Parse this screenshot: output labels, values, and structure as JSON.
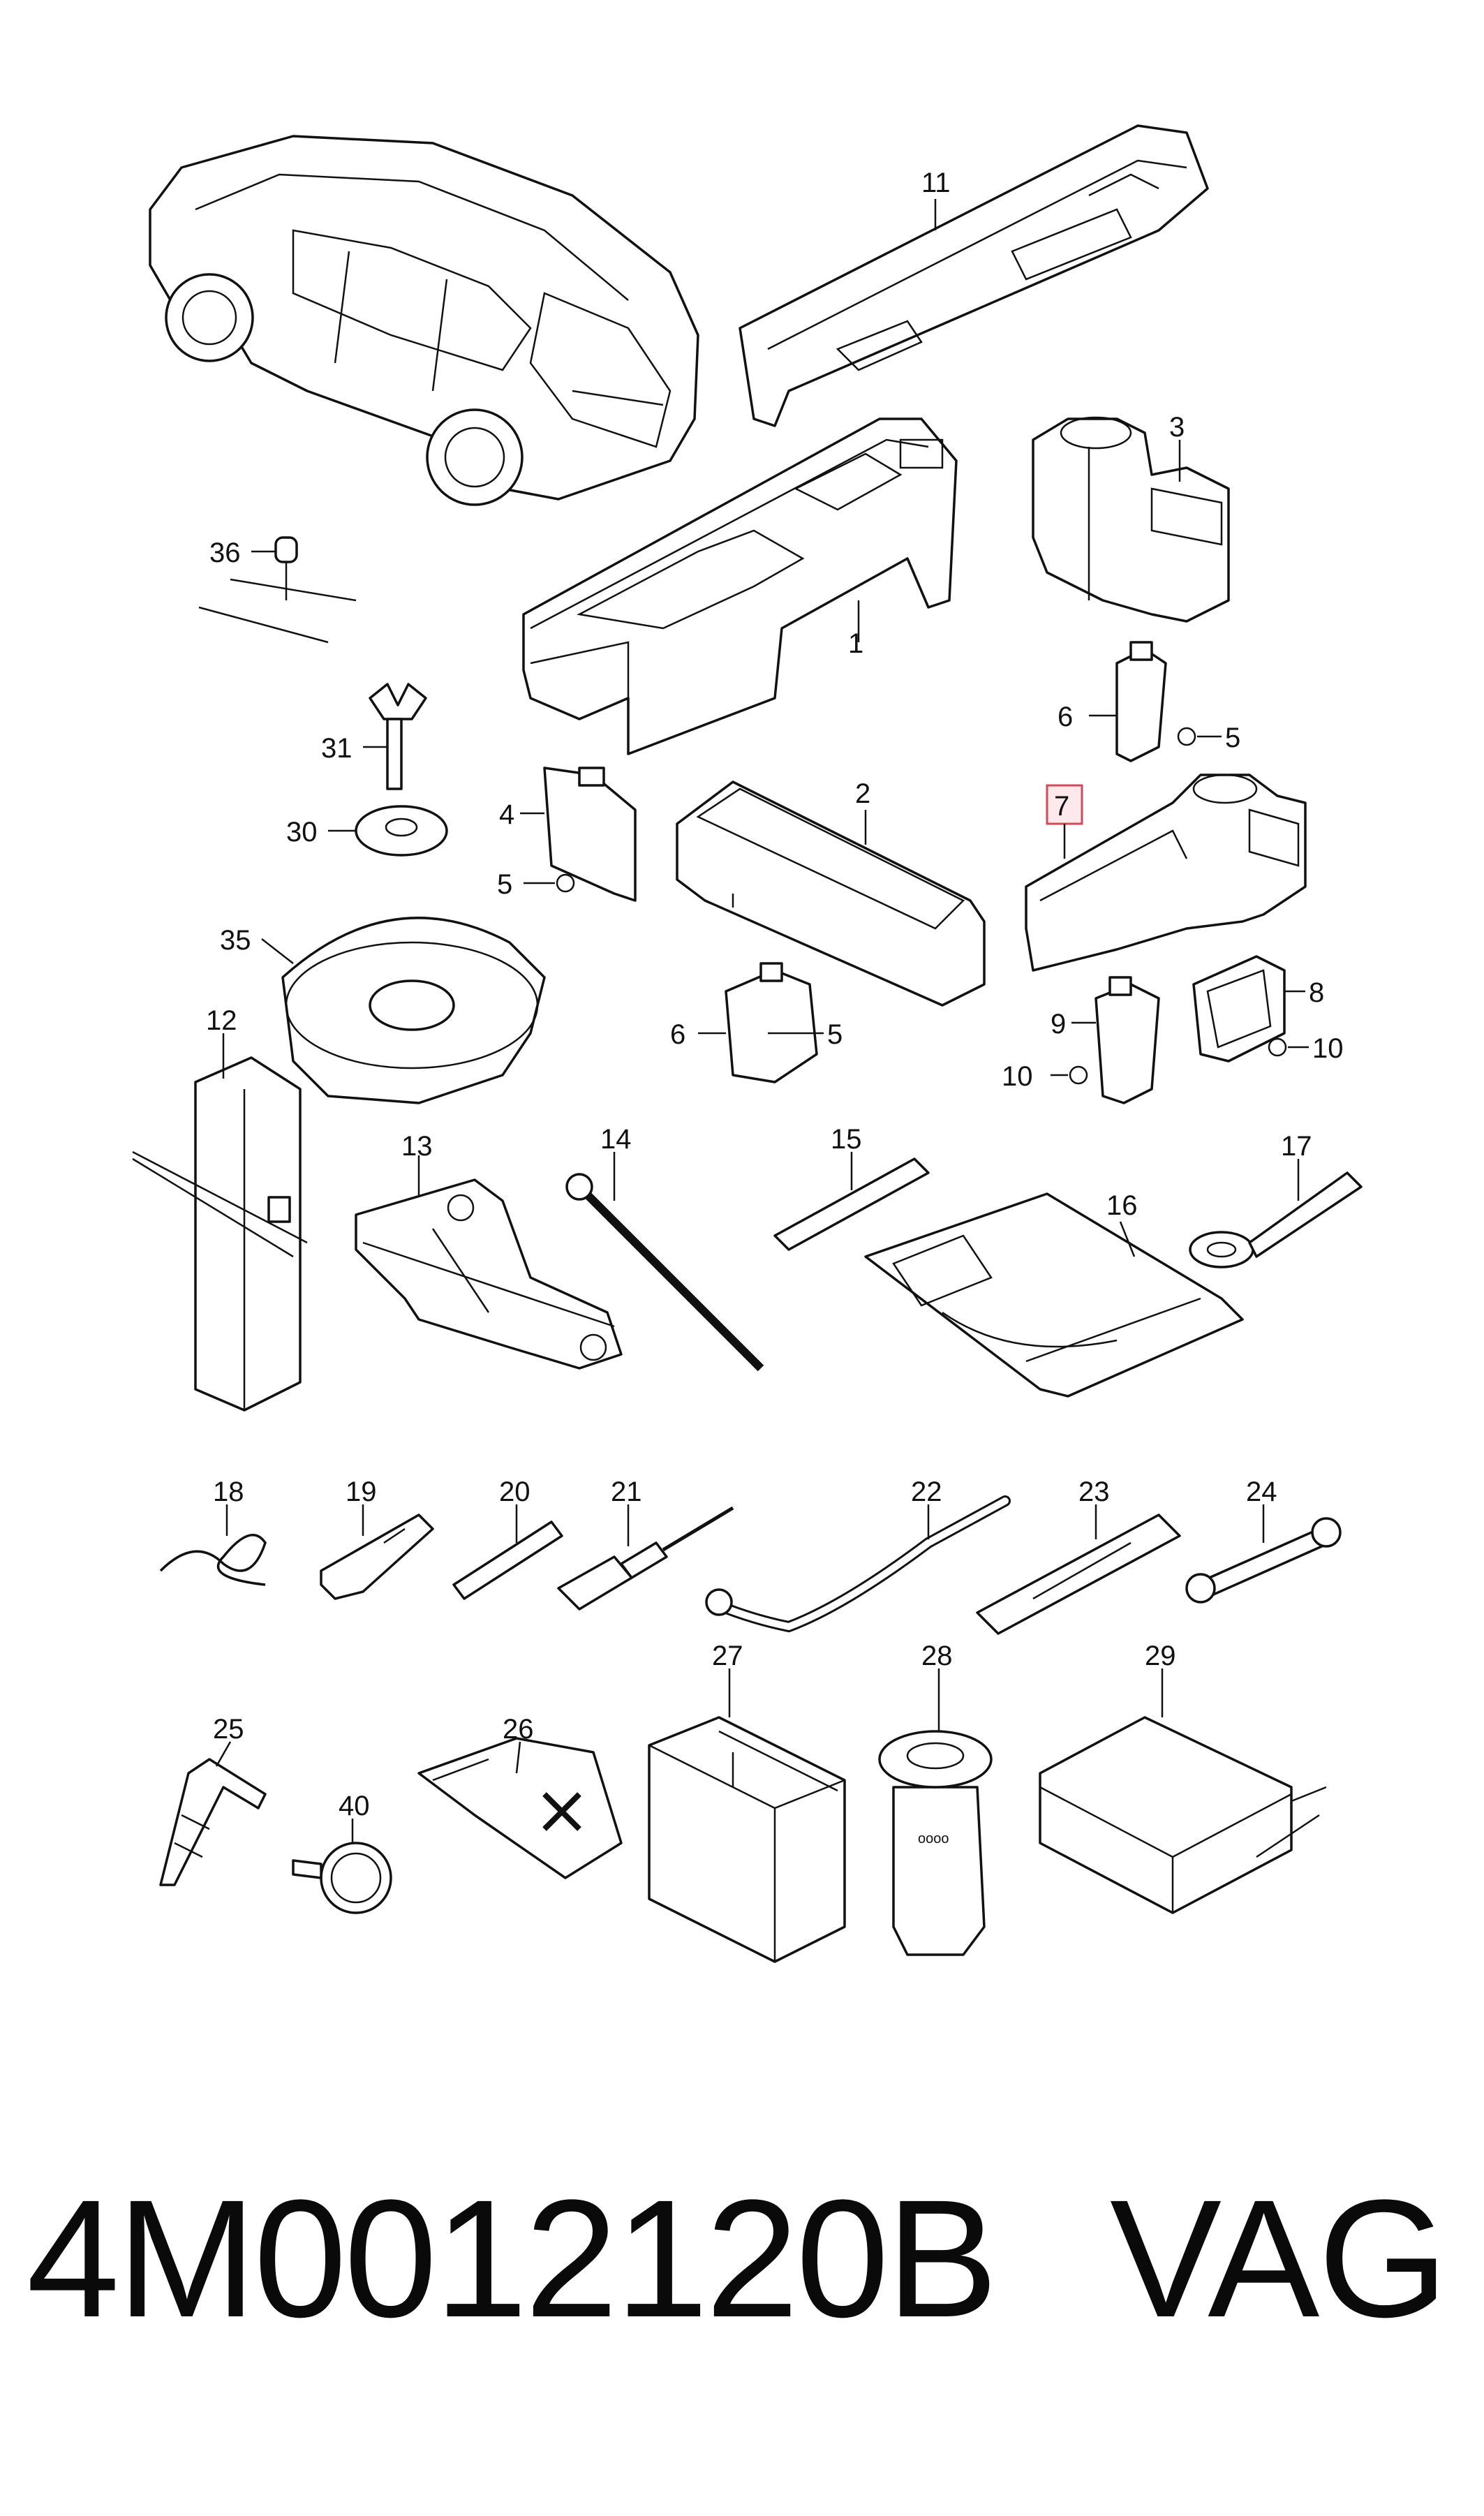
{
  "labels": {
    "p1": "1",
    "p2": "2",
    "p3": "3",
    "p4": "4",
    "p5a": "5",
    "p5b": "5",
    "p5c": "5",
    "p6a": "6",
    "p6b": "6",
    "p7": "7",
    "p8": "8",
    "p9": "9",
    "p10a": "10",
    "p10b": "10",
    "p11": "11",
    "p12": "12",
    "p13": "13",
    "p14": "14",
    "p15": "15",
    "p16": "16",
    "p17": "17",
    "p18": "18",
    "p19": "19",
    "p20": "20",
    "p21": "21",
    "p22": "22",
    "p23": "23",
    "p24": "24",
    "p25": "25",
    "p26": "26",
    "p27": "27",
    "p28": "28",
    "p29": "29",
    "p30": "30",
    "p31": "31",
    "p35": "35",
    "p36": "36",
    "p40": "40"
  },
  "highlighted_part": "7",
  "footer": {
    "part_number": "4M0012120B",
    "brand": "VAG"
  }
}
